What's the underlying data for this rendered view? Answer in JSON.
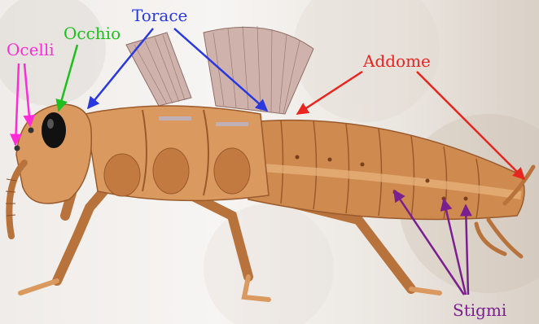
{
  "labels": {
    "ocelli": "Ocelli",
    "occhio": "Occhio",
    "torace": "Torace",
    "addome": "Addome",
    "stigmi": "Stigmi"
  },
  "colors": {
    "ocelli": "#ff2bd6",
    "occhio": "#1fbf1f",
    "torace": "#2a38e0",
    "addome": "#e8251e",
    "stigmi": "#7a1f8f",
    "body": "#cf8a4f",
    "body_dark": "#9a5a2c",
    "body_light": "#e8b57f",
    "wing": "#c8a9a2"
  }
}
